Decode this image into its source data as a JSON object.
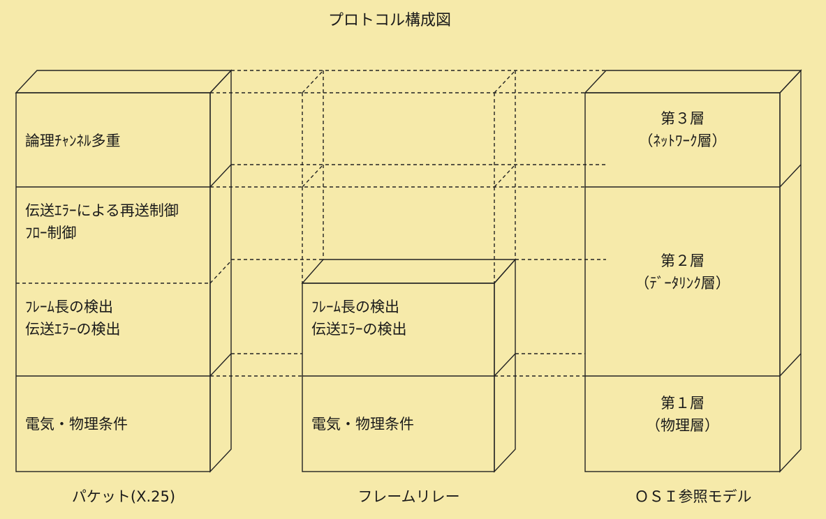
{
  "title": "プロトコル構成図",
  "colors": {
    "background": "#f6eaaa",
    "line": "#222222"
  },
  "stacks": {
    "packet": {
      "caption": "パケット(X.25)",
      "layers": [
        {
          "lines": [
            "論理ﾁｬﾝﾈﾙ多重"
          ]
        },
        {
          "lines": [
            "伝送ｴﾗｰによる再送制御",
            "ﾌﾛｰ制御"
          ]
        },
        {
          "lines": [
            "ﾌﾚｰﾑ長の検出",
            "伝送ｴﾗｰの検出"
          ]
        },
        {
          "lines": [
            "電気・物理条件"
          ]
        }
      ]
    },
    "frame_relay": {
      "caption": "フレームリレー",
      "layers": [
        {
          "lines": [
            "ﾌﾚｰﾑ長の検出",
            "伝送ｴﾗｰの検出"
          ]
        },
        {
          "lines": [
            "電気・物理条件"
          ]
        }
      ]
    },
    "osi": {
      "caption": "ＯＳＩ参照モデル",
      "layers": [
        {
          "lines": [
            "第３層",
            "（ﾈｯﾄﾜｰｸ層）"
          ]
        },
        {
          "lines": [
            "第２層",
            "（ﾃﾞｰﾀﾘﾝｸ層）"
          ]
        },
        {
          "lines": [
            "第１層",
            "（物理層）"
          ]
        }
      ]
    }
  }
}
